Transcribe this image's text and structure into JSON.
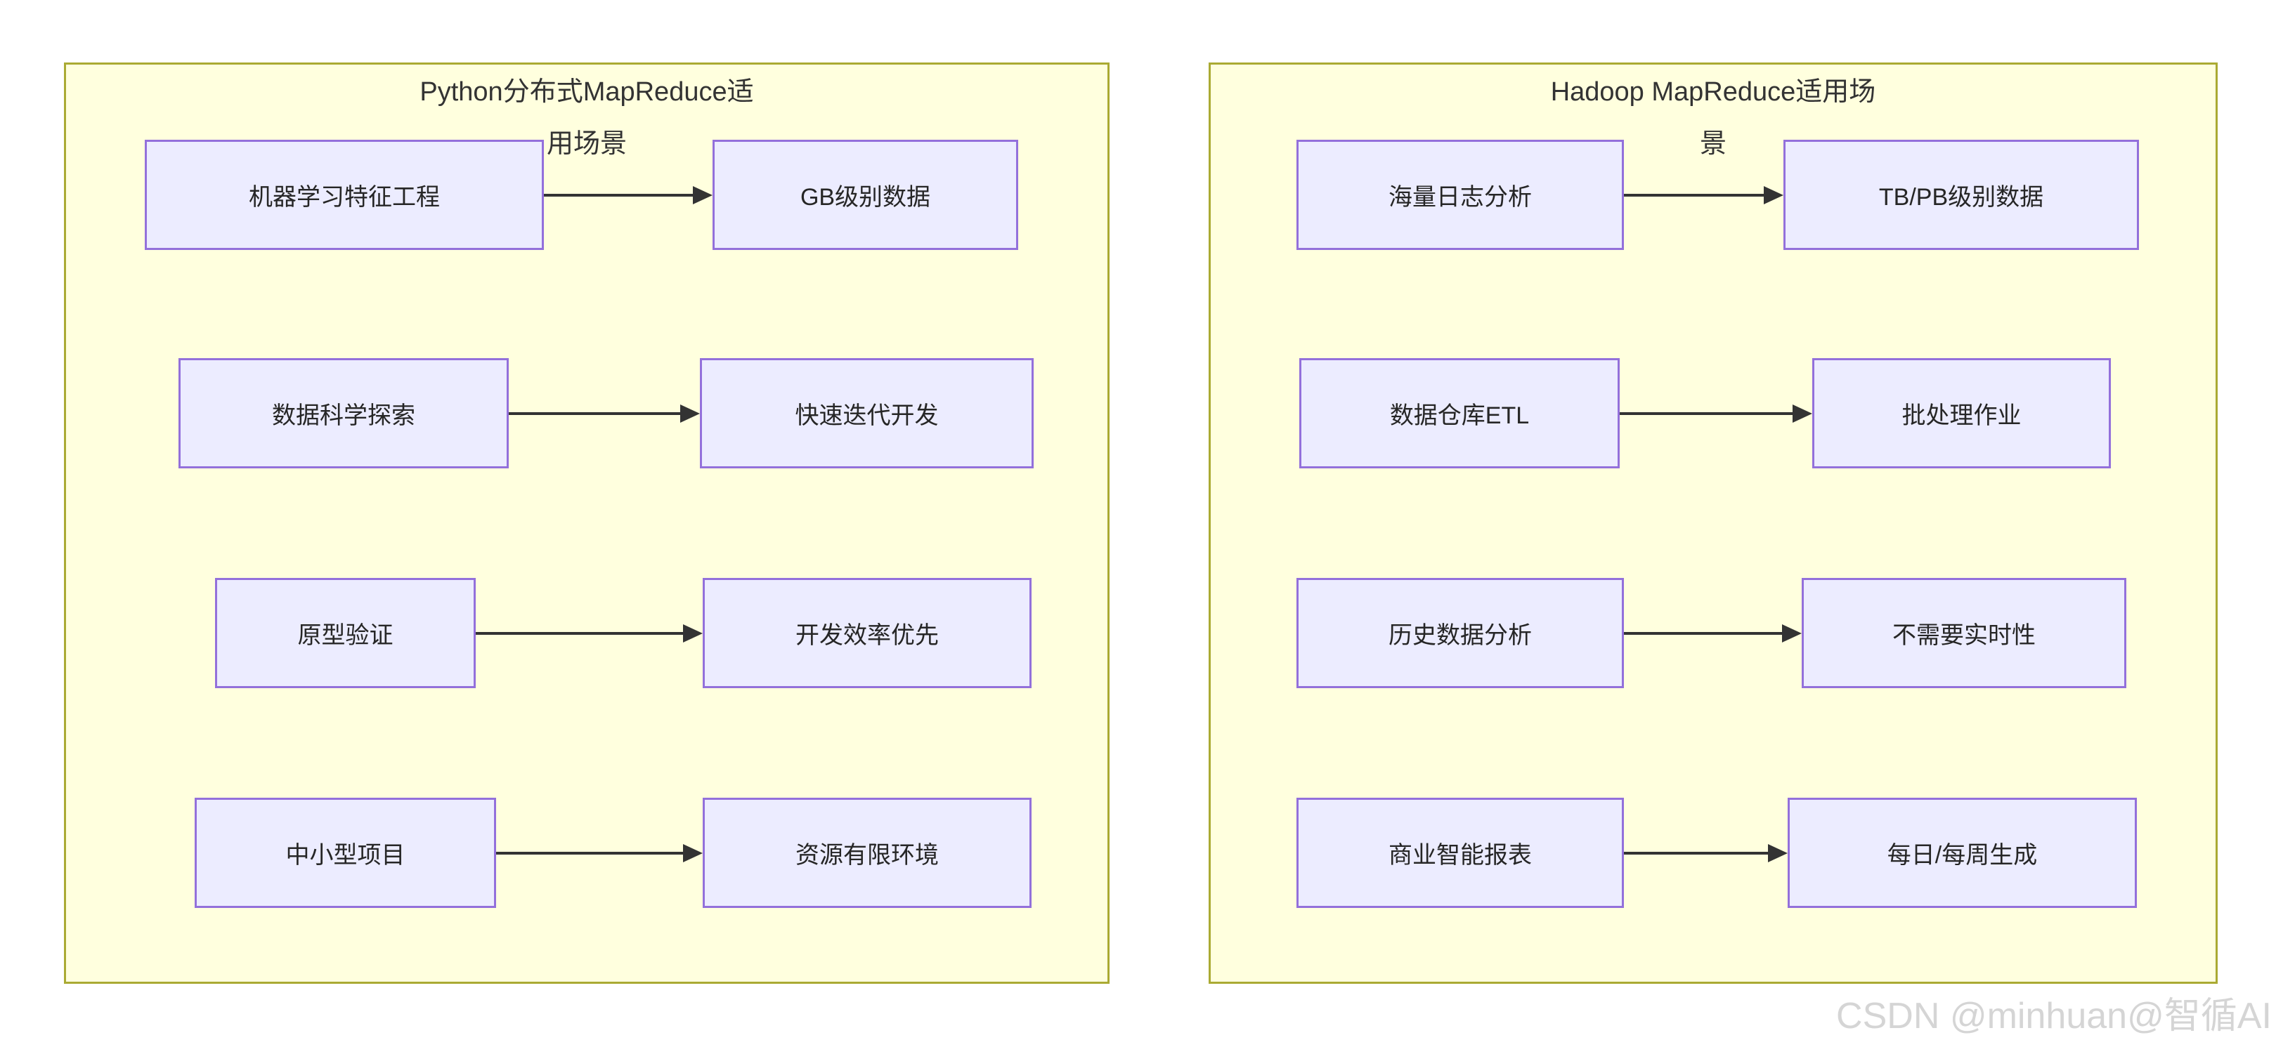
{
  "diagram_type": "flowchart-lr",
  "colors": {
    "page_background": "#ffffff",
    "panel_background": "#ffffde",
    "panel_border": "#aaaa33",
    "node_background": "#ececff",
    "node_border": "#9370db",
    "arrow": "#333333",
    "text": "#262626",
    "watermark": "#d5d5d5"
  },
  "panels": [
    {
      "id": "python-mapreduce",
      "title": "Python分布式MapReduce适用场景",
      "title_lines": [
        "Python分布式MapReduce适",
        "用场景"
      ],
      "rows": [
        {
          "source": "机器学习特征工程",
          "target": "GB级别数据"
        },
        {
          "source": "数据科学探索",
          "target": "快速迭代开发"
        },
        {
          "source": "原型验证",
          "target": "开发效率优先"
        },
        {
          "source": "中小型项目",
          "target": "资源有限环境"
        }
      ]
    },
    {
      "id": "hadoop-mapreduce",
      "title": "Hadoop MapReduce适用场景",
      "title_lines": [
        "Hadoop MapReduce适用场",
        "景"
      ],
      "rows": [
        {
          "source": "海量日志分析",
          "target": "TB/PB级别数据"
        },
        {
          "source": "数据仓库ETL",
          "target": "批处理作业"
        },
        {
          "source": "历史数据分析",
          "target": "不需要实时性"
        },
        {
          "source": "商业智能报表",
          "target": "每日/每周生成"
        }
      ]
    }
  ],
  "watermark": {
    "text": "CSDN @minhuan@智循AI"
  }
}
